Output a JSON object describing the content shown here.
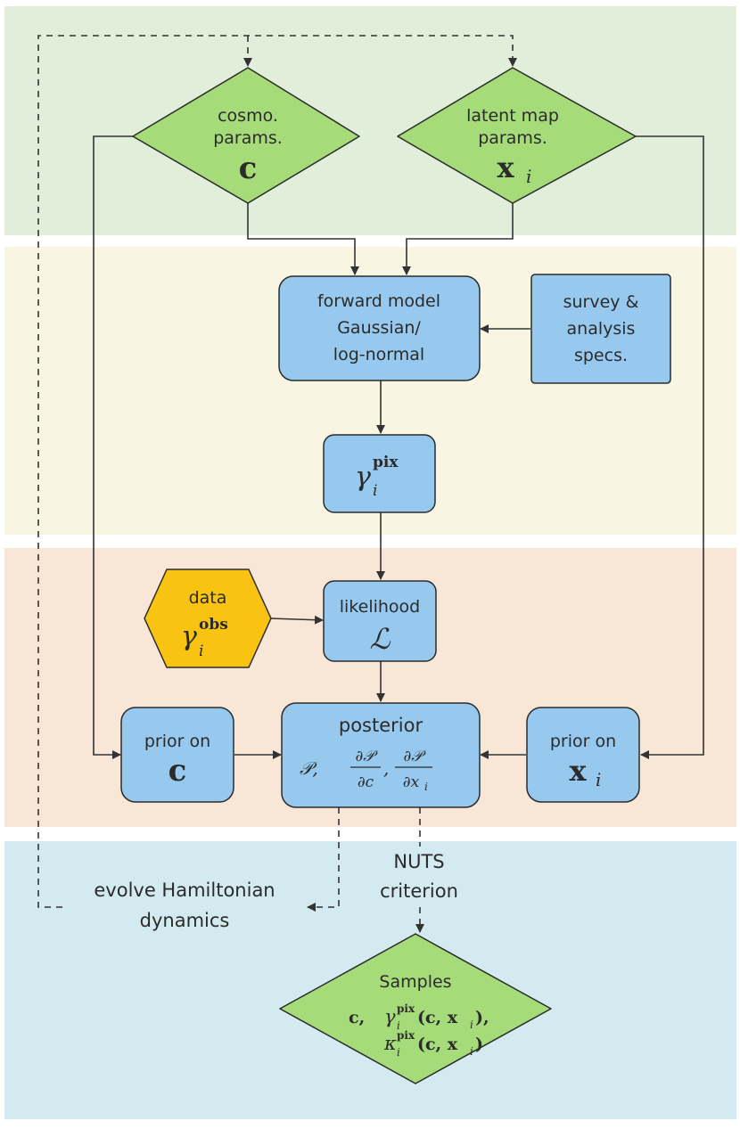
{
  "colors": {
    "band_params": "#e1eed9",
    "band_model": "#f8f6e3",
    "band_likelihood": "#f8e6d7",
    "band_sampling": "#d3eaf0",
    "node_blue": "#97c9ef",
    "node_green": "#a6db7a",
    "node_yellow": "#f8c411"
  },
  "nodes": {
    "cosmo": {
      "line1": "cosmo.",
      "line2": "params.",
      "symbol": "c"
    },
    "latent": {
      "line1": "latent map",
      "line2": "params.",
      "symbol": "x",
      "sub": "i"
    },
    "forward": {
      "line1": "forward model",
      "line2": "Gaussian/",
      "line3": "log-normal"
    },
    "survey": {
      "line1": "survey &",
      "line2": "analysis",
      "line3": "specs."
    },
    "gamma_pix": {
      "symbol": "γ",
      "sup": "pix",
      "sub": "i"
    },
    "data": {
      "label": "data",
      "symbol": "γ",
      "sup": "obs",
      "sub": "i"
    },
    "likelihood": {
      "label": "likelihood",
      "symbol": "ℒ"
    },
    "prior_c": {
      "label": "prior on",
      "symbol": "c"
    },
    "posterior": {
      "label": "posterior",
      "expr_p": "𝒫,",
      "frac_num": "∂𝒫",
      "frac_den_c": "∂c",
      "frac_den_x": "∂x",
      "comma": ",",
      "sub": "i"
    },
    "prior_x": {
      "label": "prior on",
      "symbol": "x",
      "sub": "i"
    },
    "samples": {
      "label": "Samples",
      "line2_a": "c,",
      "line2_b": "γ",
      "line2_sup": "pix",
      "line2_sub": "i",
      "line2_c": "(c, x",
      "line2_d": "i",
      "line2_e": "),",
      "line3_a": "κ",
      "line3_sup": "pix",
      "line3_sub": "i",
      "line3_c": "(c, x",
      "line3_d": "i",
      "line3_e": ")"
    }
  },
  "labels": {
    "hamiltonian_line1": "evolve Hamiltonian",
    "hamiltonian_line2": "dynamics",
    "nuts_line1": "NUTS",
    "nuts_line2": "criterion"
  }
}
